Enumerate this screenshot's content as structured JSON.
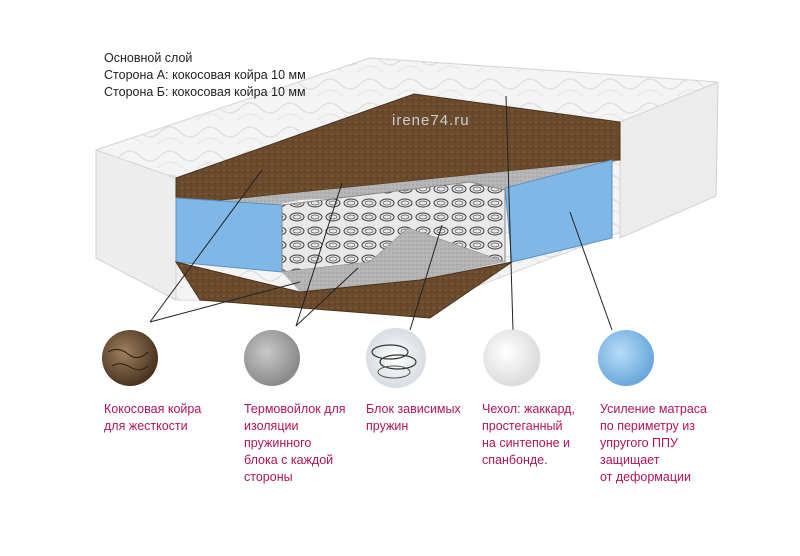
{
  "header": {
    "line1": "Основной слой",
    "line2": "Сторона А: кокосовая койра 10 мм",
    "line3": "Сторона Б: кокосовая койра 10 мм"
  },
  "watermark": "irene74.ru",
  "colors": {
    "caption": "#b0145a",
    "coir": "#6b4a2e",
    "felt": "#a9a9a9",
    "foam": "#7fb8e6",
    "cover": "#f2f2f2"
  },
  "components": [
    {
      "icon": "coir-swatch-icon",
      "caption": "Кокосовая койра\nдля жесткости"
    },
    {
      "icon": "felt-swatch-icon",
      "caption": "Термовойлок для\nизоляции\nпружинного\nблока с каждой\nстороны"
    },
    {
      "icon": "springs-swatch-icon",
      "caption": "Блок зависимых\nпружин"
    },
    {
      "icon": "cover-swatch-icon",
      "caption": "Чехол: жаккард,\nпростеганный\nна синтепоне и\nспанбонде."
    },
    {
      "icon": "foam-swatch-icon",
      "caption": "Усиление матраса\nпо периметру из\nупругого ППУ\nзащищает\nот деформации"
    }
  ]
}
